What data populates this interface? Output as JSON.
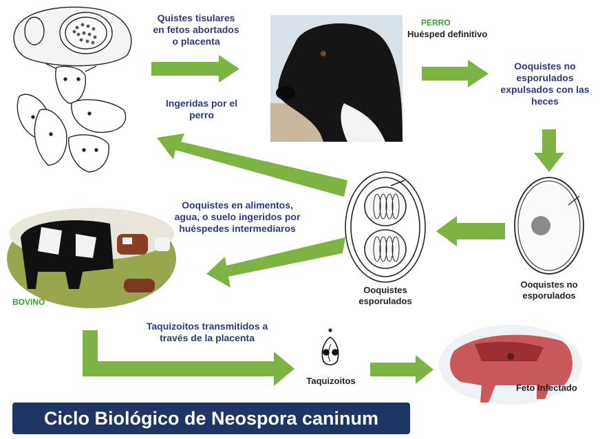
{
  "labels": {
    "quistes_tisulares": [
      "Quistes tisulares",
      "en fetos abortados",
      "o placenta"
    ],
    "perro_tag": "PERRO",
    "huesped_definitivo": "Huésped  definitivo",
    "ooquistes_expulsados": [
      "Ooquistes no",
      "esporulados",
      "expulsados con las",
      "heces"
    ],
    "ingeridas_por_perro": [
      "Ingeridas por el",
      "perro"
    ],
    "ooquistes_ingeridos": [
      "Ooquistes en alimentos,",
      "agua, o suelo ingeridos por",
      "huéspedes intermediaros"
    ],
    "ooquistes_esporulados": [
      "Ooquistes",
      "esporulados"
    ],
    "ooquistes_no_esporulados": [
      "Ooquistes no",
      "esporulados"
    ],
    "bovino_tag": "BOVINO",
    "taquizoitos_transmitidos": [
      "Taquizoitos transmitidos a",
      "través de la placenta"
    ],
    "taquizoitos": "Taquizoitos",
    "feto_infectado": "Feto Infectado"
  },
  "title": "Ciclo Biológico de Neospora caninum",
  "colors": {
    "arrow": "#7cb342",
    "label": "#2b3a7a",
    "green_tag": "#3f9b3a",
    "title_bg": "#1f3566"
  }
}
